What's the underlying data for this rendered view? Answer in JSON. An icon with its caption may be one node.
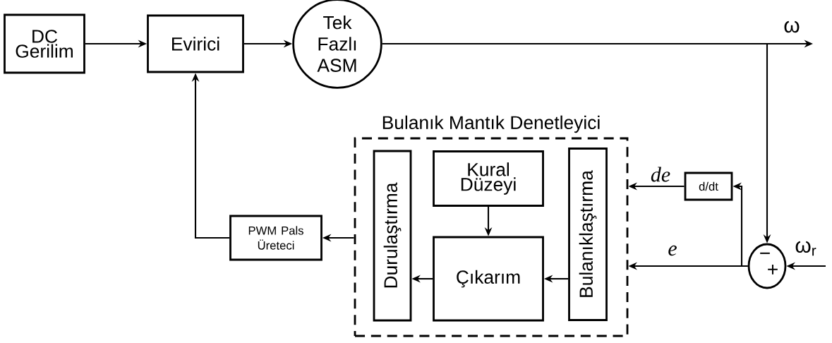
{
  "diagram": {
    "nodes": [
      {
        "text": [
          "DC Gerilim"
        ]
      },
      {
        "text": [
          "Evirici"
        ]
      },
      {
        "text": [
          "Tek Fazlı ASM"
        ]
      },
      {
        "text": [
          "Bulanık Mantık Denetleyici"
        ]
      },
      {
        "text": [
          "Durulaştırma"
        ],
        "in": 3
      },
      {
        "text": [
          "Kural Düzeyi"
        ],
        "in": 3
      },
      {
        "text": [
          "Çıkarım"
        ],
        "in": 3
      },
      {
        "text": [
          "Bulanıklaştırma"
        ],
        "in": 3
      },
      {
        "text": [
          "PWM Pals Üreteci"
        ]
      },
      {
        "text": [
          "d/dt"
        ]
      },
      {
        "text": [
          "−",
          "+"
        ]
      }
    ],
    "edges": [
      {
        "from": 0,
        "to": 1,
        "arrow": "to"
      },
      {
        "from": 1,
        "to": 2,
        "arrow": "to"
      },
      {
        "from": 2,
        "to": null,
        "arrow": "to",
        "label": "ω"
      },
      {
        "from": 2,
        "to": 10,
        "arrow": "to"
      },
      {
        "from": null,
        "to": 10,
        "arrow": "to",
        "label": "ω$_{r}$"
      },
      {
        "from": 10,
        "to": 9,
        "arrow": "to"
      },
      {
        "from": 9,
        "to": 3,
        "arrow": "to",
        "label": "de"
      },
      {
        "from": 10,
        "to": 3,
        "arrow": "to",
        "label": "e"
      },
      {
        "from": 7,
        "to": 6,
        "arrow": "to"
      },
      {
        "from": 5,
        "to": 6,
        "arrow": "to"
      },
      {
        "from": 6,
        "to": 4,
        "arrow": "to"
      },
      {
        "from": 3,
        "to": 8,
        "arrow": "to"
      },
      {
        "from": 8,
        "to": 1,
        "arrow": "to"
      }
    ]
  }
}
